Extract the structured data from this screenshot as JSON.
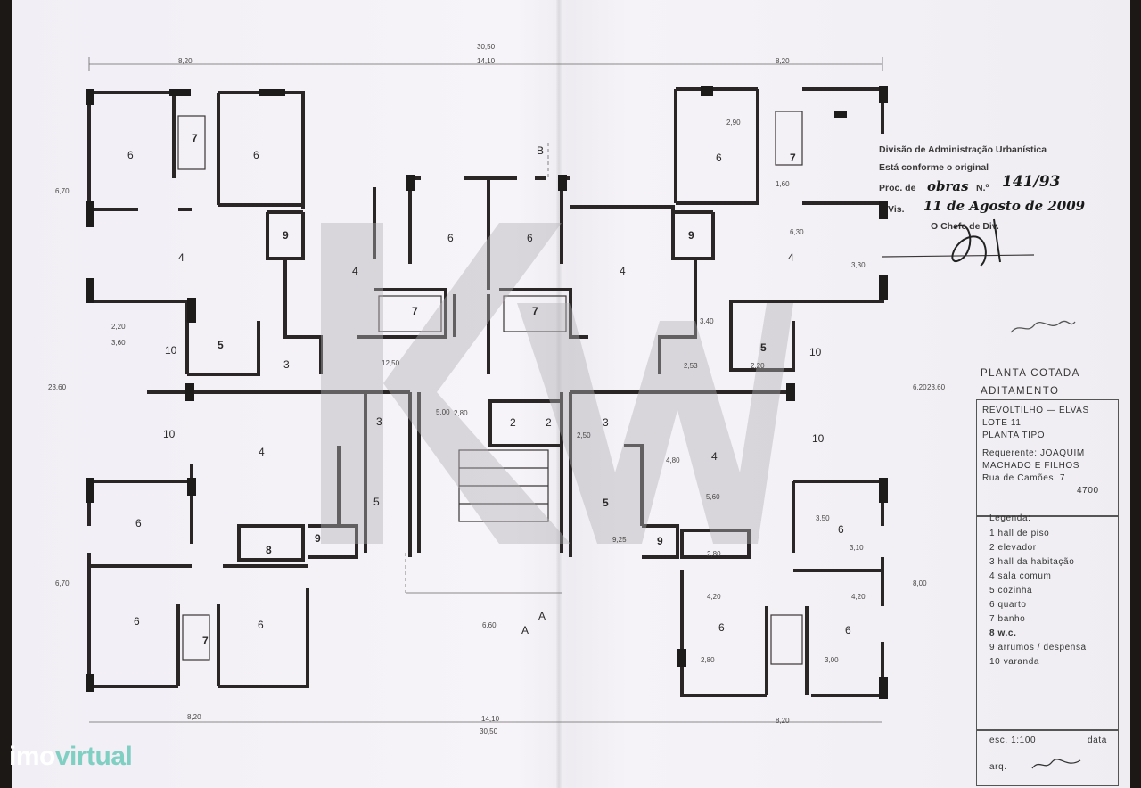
{
  "document": {
    "top_dims": [
      "8,20",
      "30,50",
      "14,10",
      "8,20"
    ],
    "bottom_dims": [
      "8,20",
      "14,10",
      "30,50",
      "8,20"
    ],
    "section_markers": [
      "B",
      "A",
      "A"
    ],
    "side_dims": [
      "6,70",
      "23,60",
      "6,20",
      "23,60",
      "8,00",
      "3,30",
      "6,70"
    ],
    "rooms": {
      "r6a": "6",
      "r6b": "6",
      "r7a": "7",
      "r4a": "4",
      "r9a": "9",
      "r10a": "10",
      "r5a": "5",
      "r3a": "3",
      "r6c": "6",
      "r6d": "6",
      "r7b": "7",
      "r7c": "7",
      "r4b": "4",
      "r3b": "3",
      "r2a": "2",
      "r2b": "2",
      "r3c": "3",
      "r4c": "4",
      "r10b": "10",
      "r6e": "6",
      "r6f": "6",
      "r8a": "8",
      "r9b": "9",
      "r5b": "5",
      "r7d": "7",
      "r6g": "6",
      "r6h": "6",
      "r7e": "7",
      "r9c": "9",
      "r4d": "4",
      "r5c": "5",
      "r10c": "10",
      "r4e": "4",
      "r10d": "10",
      "r5d": "5",
      "r9d": "9",
      "r6i": "6",
      "r6j": "6",
      "r6k": "6",
      "r4f": "4"
    },
    "dims": {
      "d1": "2,90",
      "d2": "1,60",
      "d3": "2,20",
      "d4": "3,60",
      "d5": "12,50",
      "d6": "2,80",
      "d7": "5,00",
      "d8": "2,50",
      "d9": "2,53",
      "d10": "2,20",
      "d11": "4,80",
      "d12": "5,60",
      "d13": "3,50",
      "d14": "6,60",
      "d15": "9,25",
      "d16": "2,80",
      "d17": "3,10",
      "d18": "4,20",
      "d19": "2,80",
      "d20": "3,00",
      "d21": "4,20",
      "d22": "6,30",
      "d23": "3,40"
    },
    "stamp": {
      "line1": "Divisão de Administração Urbanística",
      "line2": "Está conforme o original",
      "line3": "Proc. de",
      "line4": "N.º",
      "line5": "Vis.",
      "line6": "O Chefe de Div.",
      "hand1": "141/93",
      "hand2": "obras",
      "hand3": "11 de Agosto de 2009"
    },
    "title": {
      "line1": "PLANTA COTADA",
      "line2": "ADITAMENTO"
    },
    "info": {
      "l1": "REVOLTILHO — ELVAS",
      "l2": "LOTE 11",
      "l3": "PLANTA TIPO",
      "l4": "Requerente: JOAQUIM",
      "l5": "MACHADO E FILHOS",
      "l6": "Rua de Camões, 7",
      "l7": "4700"
    },
    "legend": {
      "heading": "Legenda:",
      "items": [
        "1 hall de piso",
        "2 elevador",
        "3 hall da habitação",
        "4 sala comum",
        "5 cozinha",
        "6 quarto",
        "7 banho",
        "8 w.c.",
        "9 arrumos / despensa",
        "10 varanda"
      ]
    },
    "scale": {
      "label": "esc. 1:100",
      "date_label": "data",
      "arq_label": "arq."
    },
    "watermark": "KW",
    "brand": {
      "prefix": "imo",
      "suffix": "virtual"
    }
  }
}
